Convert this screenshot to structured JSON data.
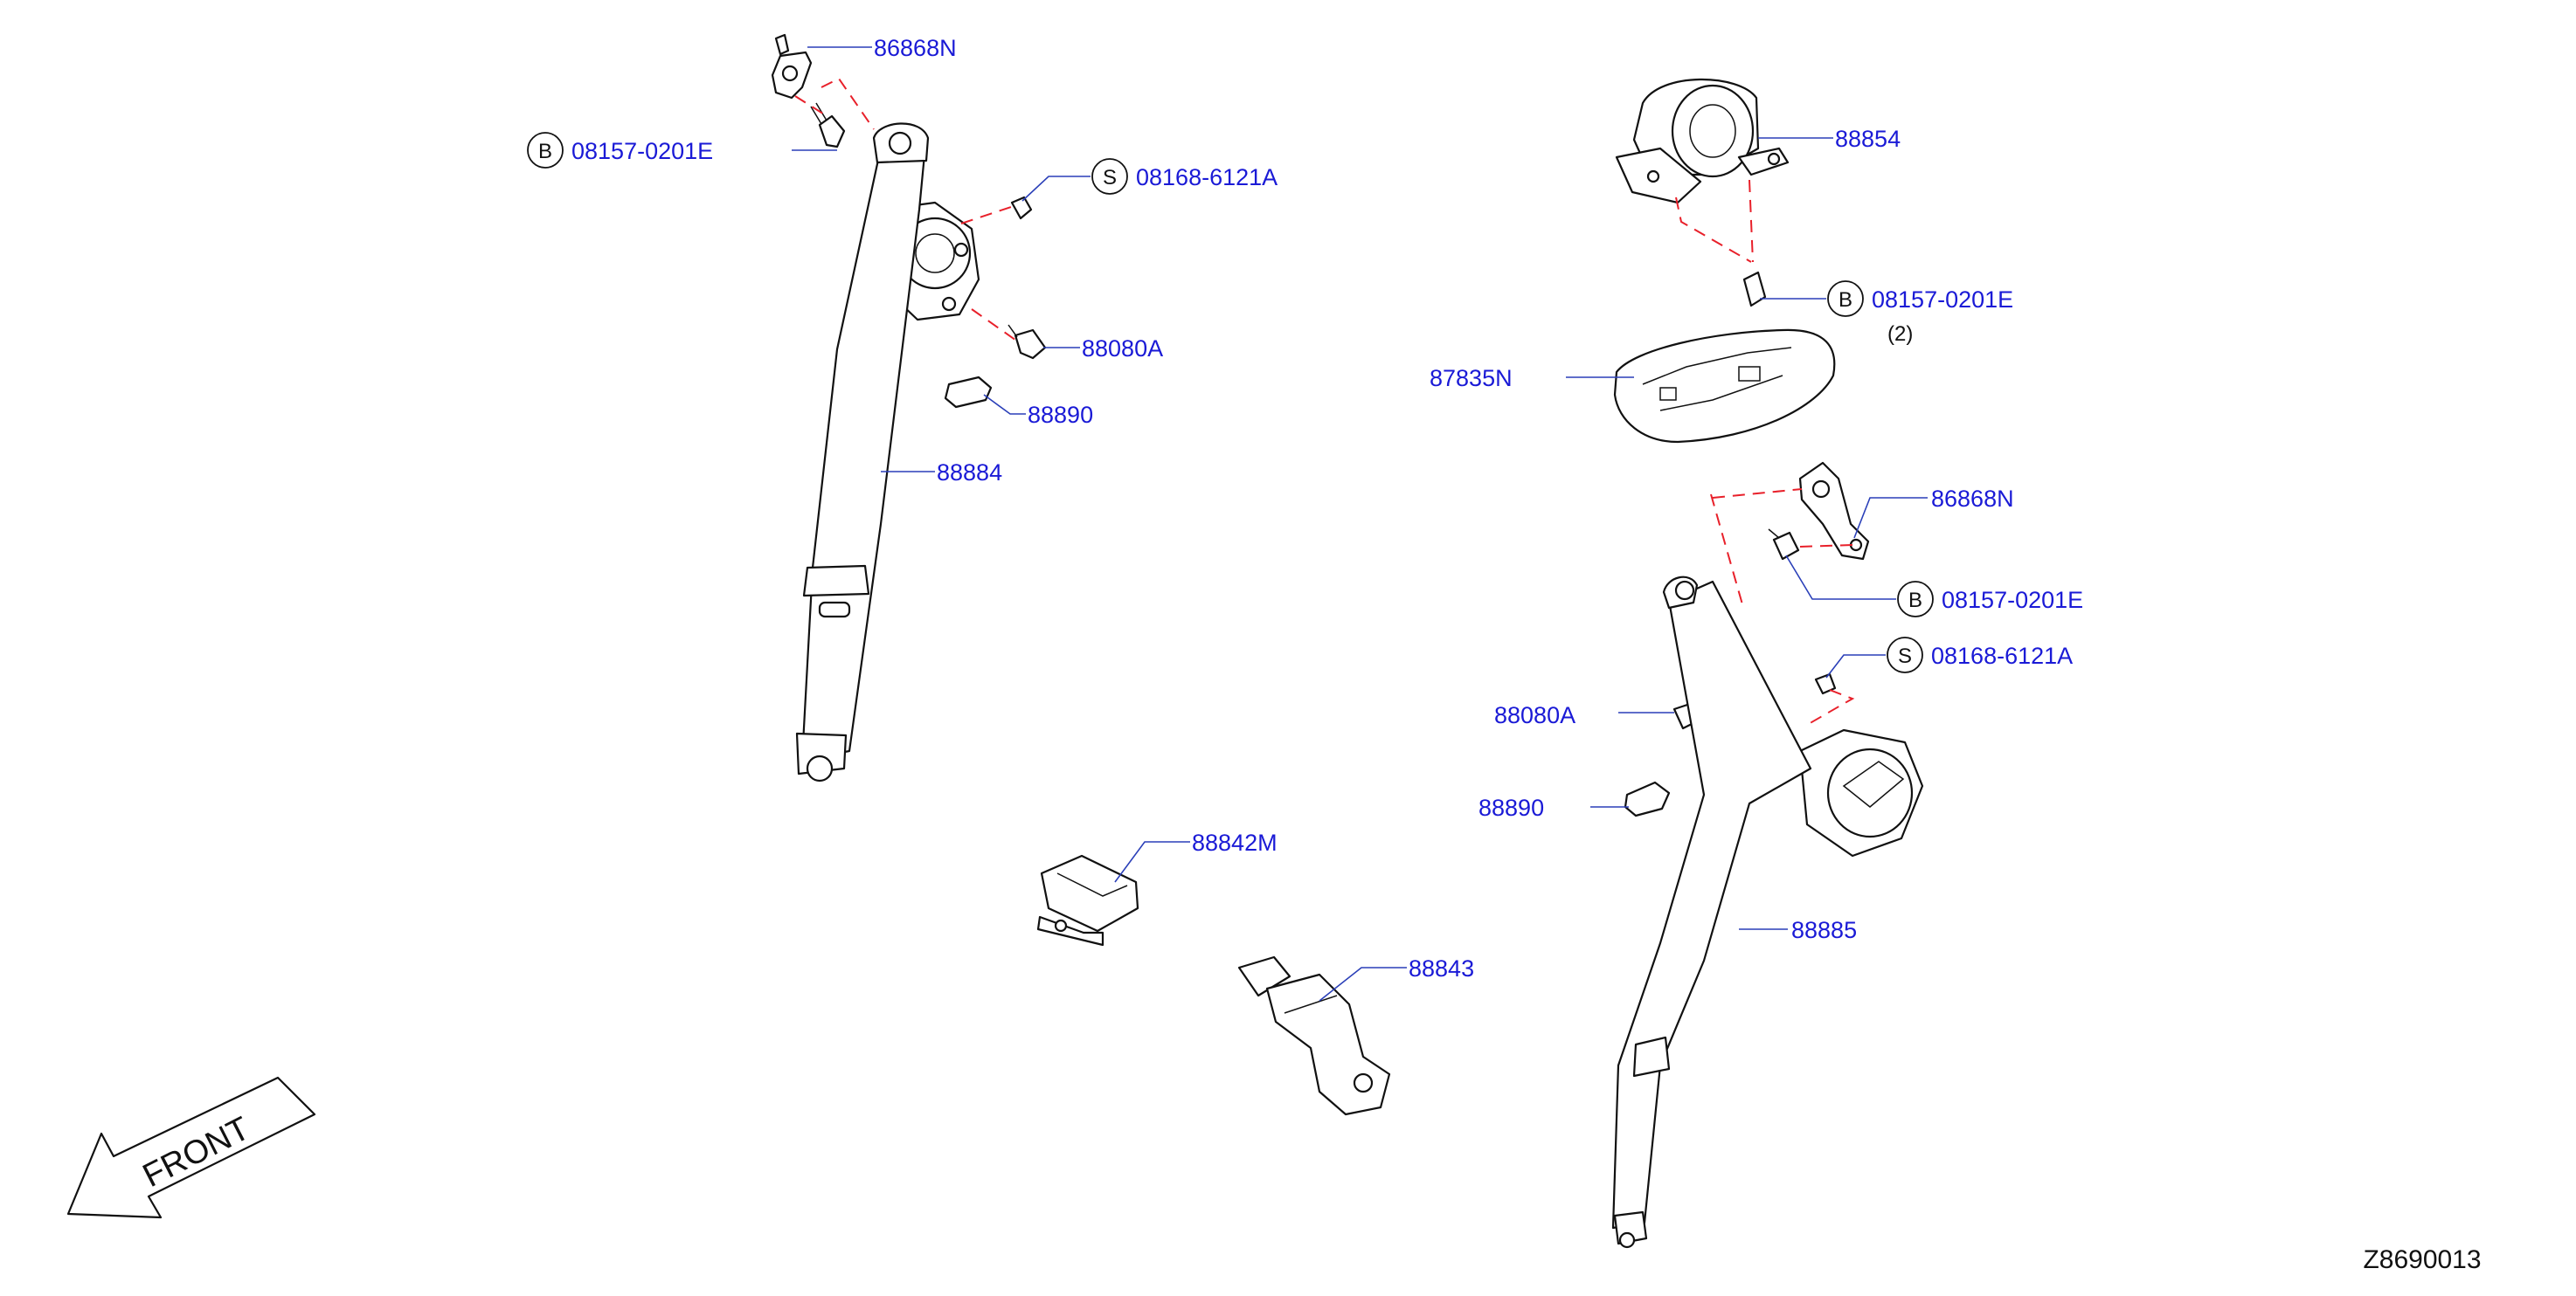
{
  "diagram": {
    "code": "Z8690013",
    "front_label": "FRONT",
    "callouts": [
      {
        "id": "c1",
        "text": "86868N"
      },
      {
        "id": "c2",
        "text": "08157-0201E",
        "badge": "B"
      },
      {
        "id": "c3",
        "text": "08168-6121A",
        "badge": "S"
      },
      {
        "id": "c4",
        "text": "88080A"
      },
      {
        "id": "c5",
        "text": "88890"
      },
      {
        "id": "c6",
        "text": "88884"
      },
      {
        "id": "c7",
        "text": "88842M"
      },
      {
        "id": "c8",
        "text": "88843"
      },
      {
        "id": "c9",
        "text": "88854"
      },
      {
        "id": "c10",
        "text": "08157-0201E",
        "badge": "B",
        "qty": "(2)"
      },
      {
        "id": "c11",
        "text": "87835N"
      },
      {
        "id": "c12",
        "text": "86868N"
      },
      {
        "id": "c13",
        "text": "08157-0201E",
        "badge": "B"
      },
      {
        "id": "c14",
        "text": "08168-6121A",
        "badge": "S"
      },
      {
        "id": "c15",
        "text": "88080A"
      },
      {
        "id": "c16",
        "text": "88890"
      },
      {
        "id": "c17",
        "text": "88885"
      }
    ]
  }
}
